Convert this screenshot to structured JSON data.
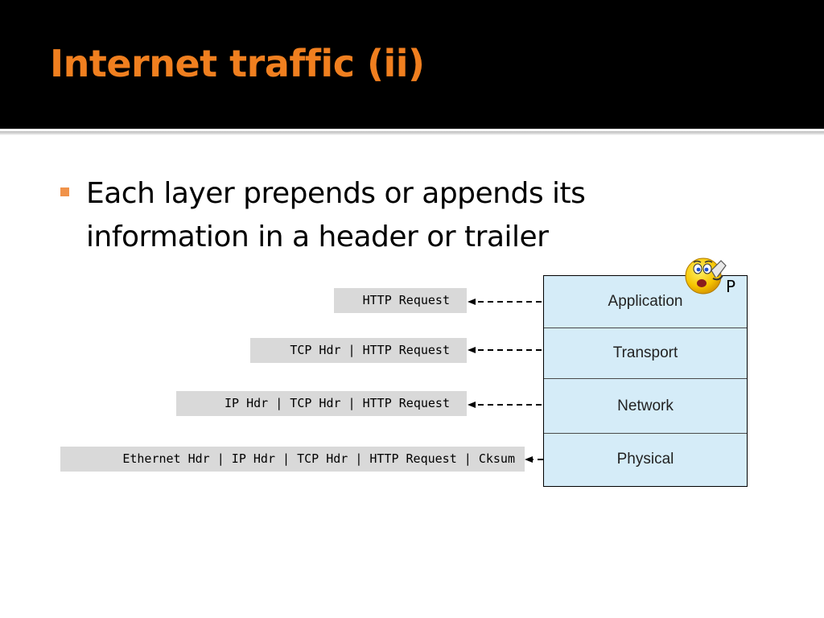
{
  "slide": {
    "title": "Internet traffic (ii)",
    "bullets": [
      "Each layer prepends or appends its information in a header or trailer"
    ]
  },
  "diagram": {
    "layers": [
      "Application",
      "Transport",
      "Network",
      "Physical"
    ],
    "packets": [
      "HTTP Request",
      "TCP Hdr | HTTP Request",
      "IP Hdr | TCP Hdr | HTTP Request",
      "Ethernet Hdr | IP Hdr | TCP Hdr | HTTP Request | Cksum"
    ],
    "side_label": "P",
    "icon": "worried-smiley-icon"
  },
  "colors": {
    "title": "#f07f1f",
    "bullet": "#f0924a",
    "layer_fill": "#d5ecf8",
    "packet_fill": "#d9d9d9"
  }
}
